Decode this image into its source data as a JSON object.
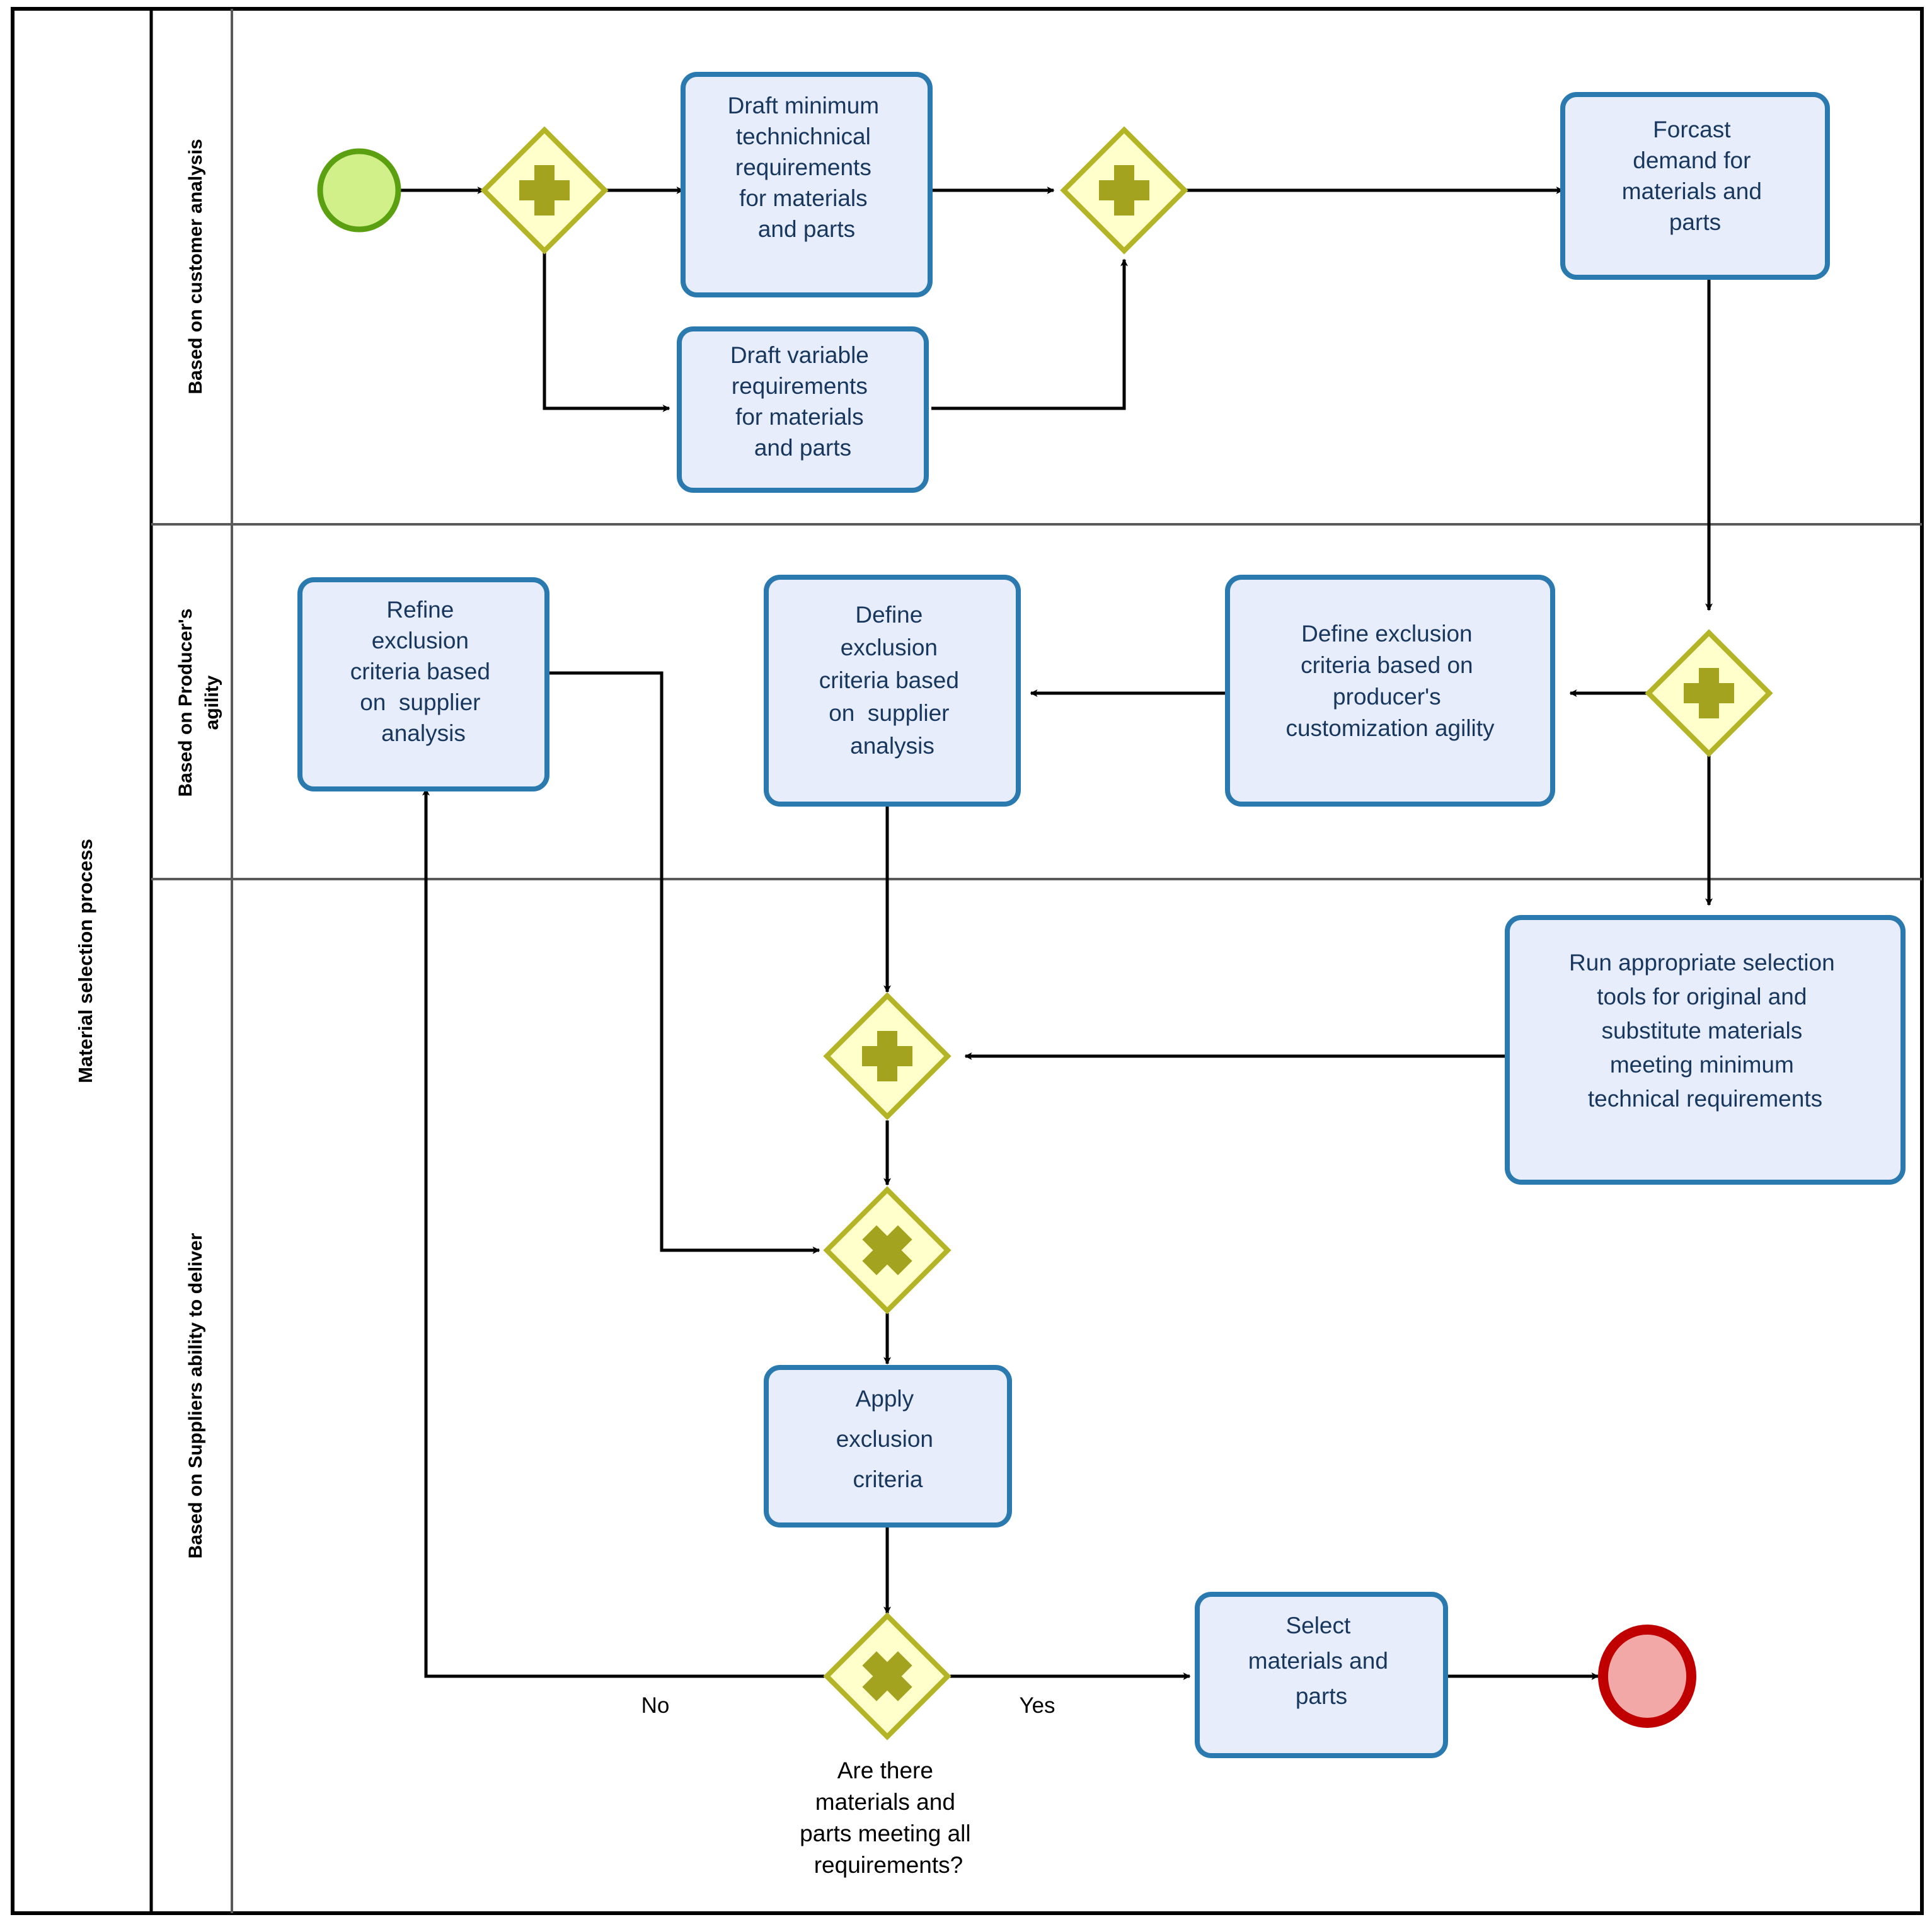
{
  "diagram": {
    "type": "bpmn-process-flow",
    "pool": {
      "label": "Material selection process"
    },
    "colors": {
      "task_fill": "#e8edfb",
      "task_border": "#2a7ab0",
      "gateway_fill": "#ffffcc",
      "gateway_border": "#b4b427",
      "gateway_symbol": "#a3a31f",
      "start_fill": "#d2f08a",
      "start_border": "#5aa010",
      "end_fill": "#f3a8a8",
      "end_border": "#c00000",
      "flow_line": "#000000",
      "frame": "#000000",
      "lane_divider": "#5a5a5a",
      "text": "#17375e"
    },
    "lanes": [
      {
        "id": "lane-customer-analysis",
        "label": "Based on customer analysis"
      },
      {
        "id": "lane-producer-agility",
        "label": "Based on Producer's agility",
        "label_lines": [
          "Based on Producer's",
          "agility"
        ]
      },
      {
        "id": "lane-supplier-ability",
        "label": "Based on Suppliers ability to deliver"
      }
    ],
    "events": [
      {
        "id": "start-event",
        "kind": "start",
        "lane": "lane-customer-analysis"
      },
      {
        "id": "end-event",
        "kind": "end",
        "lane": "lane-supplier-ability"
      }
    ],
    "gateways": [
      {
        "id": "gateway-parallel-split-1",
        "symbol": "plus",
        "type": "parallel",
        "lane": "lane-customer-analysis"
      },
      {
        "id": "gateway-parallel-join-1",
        "symbol": "plus",
        "type": "parallel",
        "lane": "lane-customer-analysis"
      },
      {
        "id": "gateway-parallel-split-2",
        "symbol": "plus",
        "type": "parallel",
        "lane": "lane-producer-agility"
      },
      {
        "id": "gateway-parallel-join-2",
        "symbol": "plus",
        "type": "parallel",
        "lane": "lane-supplier-ability"
      },
      {
        "id": "gateway-exclusive-merge",
        "symbol": "x",
        "type": "exclusive",
        "lane": "lane-supplier-ability"
      },
      {
        "id": "gateway-exclusive-decision",
        "symbol": "x",
        "type": "exclusive",
        "lane": "lane-supplier-ability",
        "label": "Are there materials and parts meeting all requirements?",
        "label_lines": [
          "Are there",
          "materials and",
          "parts meeting all",
          "requirements?"
        ]
      }
    ],
    "tasks": [
      {
        "id": "task-draft-minimum-technical-requirements",
        "lane": "lane-customer-analysis",
        "text": "Draft minimum technichnical requirements for materials and parts",
        "lines": [
          "Draft minimum",
          "technichnical",
          "requirements",
          "for materials",
          "and parts"
        ]
      },
      {
        "id": "task-draft-variable-requirements",
        "lane": "lane-customer-analysis",
        "text": "Draft variable requirements for materials and parts",
        "lines": [
          "Draft variable",
          "requirements",
          "for materials",
          "and parts"
        ]
      },
      {
        "id": "task-forcast-demand",
        "lane": "lane-customer-analysis",
        "text": "Forcast demand for materials and parts",
        "lines": [
          "Forcast",
          "demand for",
          "materials and",
          "parts"
        ]
      },
      {
        "id": "task-refine-exclusion-criteria",
        "lane": "lane-producer-agility",
        "text": "Refine exclusion criteria based on  supplier analysis",
        "lines": [
          "Refine",
          "exclusion",
          "criteria based",
          "on  supplier",
          "analysis"
        ]
      },
      {
        "id": "task-define-exclusion-criteria-supplier",
        "lane": "lane-producer-agility",
        "text": "Define exclusion criteria based on  supplier analysis",
        "lines": [
          "Define",
          "exclusion",
          "criteria based",
          "on  supplier",
          "analysis"
        ]
      },
      {
        "id": "task-define-exclusion-criteria-producer",
        "lane": "lane-producer-agility",
        "text": "Define exclusion criteria based on producer's customization agility",
        "lines": [
          "Define exclusion",
          "criteria based on",
          "producer's",
          "customization agility"
        ]
      },
      {
        "id": "task-run-selection-tools",
        "lane": "lane-supplier-ability",
        "text": "Run appropriate selection tools for original and substitute materials meeting minimum technical requirements",
        "lines": [
          "Run appropriate selection",
          "tools for original and",
          "substitute materials",
          "meeting minimum",
          "technical requirements"
        ]
      },
      {
        "id": "task-apply-exclusion-criteria",
        "lane": "lane-supplier-ability",
        "text": "Apply exclusion criteria",
        "lines": [
          "Apply",
          "exclusion",
          "criteria"
        ]
      },
      {
        "id": "task-select-materials-and-parts",
        "lane": "lane-supplier-ability",
        "text": "Select materials and parts",
        "lines": [
          "Select",
          "materials and",
          "parts"
        ]
      }
    ],
    "flow_labels": [
      {
        "id": "flow-label-no",
        "text": "No"
      },
      {
        "id": "flow-label-yes",
        "text": "Yes"
      }
    ]
  }
}
